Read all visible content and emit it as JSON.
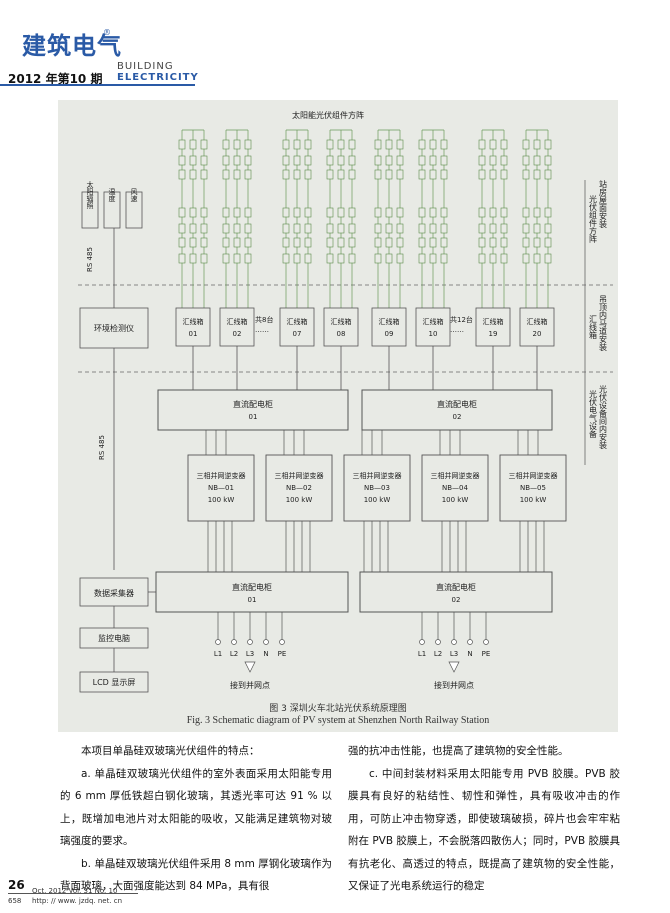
{
  "header": {
    "logo": "建筑电气",
    "logo_mark": "®",
    "en_line1": "BUILDING",
    "en_line2": "ELECTRICITY",
    "issue": "2012 年第10 期"
  },
  "figure": {
    "array_title": "太阳能光伏组件方阵",
    "side_label_1": "光伏组件方阵",
    "side_label_1b": "站房屋面安装",
    "side_label_2": "汇线箱",
    "side_label_2b": "吊顶内马道安装",
    "side_label_3": "光伏电气设备",
    "side_label_3b": "光伏设备间内安装",
    "sensors": [
      "太阳辐照",
      "温度",
      "风速"
    ],
    "rs485": "RS 485",
    "env_monitor": "环境检测仪",
    "combiners": [
      {
        "name": "汇线箱",
        "num": "01"
      },
      {
        "name": "汇线箱",
        "num": "02"
      },
      {
        "name": "汇线箱",
        "num": "07"
      },
      {
        "name": "汇线箱",
        "num": "08"
      },
      {
        "name": "汇线箱",
        "num": "09"
      },
      {
        "name": "汇线箱",
        "num": "10"
      },
      {
        "name": "汇线箱",
        "num": "19"
      },
      {
        "name": "汇线箱",
        "num": "20"
      }
    ],
    "gap_left": "共8台",
    "gap_right": "共12台",
    "ellipsis": "……",
    "dc_cabinets": [
      {
        "name": "直流配电柜",
        "num": "01"
      },
      {
        "name": "直流配电柜",
        "num": "02"
      }
    ],
    "inverters": [
      {
        "name": "三相并网逆变器",
        "code": "NB—01",
        "power": "100 kW"
      },
      {
        "name": "三相并网逆变器",
        "code": "NB—02",
        "power": "100 kW"
      },
      {
        "name": "三相并网逆变器",
        "code": "NB—03",
        "power": "100 kW"
      },
      {
        "name": "三相并网逆变器",
        "code": "NB—04",
        "power": "100 kW"
      },
      {
        "name": "三相并网逆变器",
        "code": "NB—05",
        "power": "100 kW"
      }
    ],
    "data_collector": "数据采集器",
    "monitor_pc": "监控电脑",
    "lcd": "LCD 显示屏",
    "ac_cabinets": [
      {
        "name": "直流配电柜",
        "num": "01"
      },
      {
        "name": "直流配电柜",
        "num": "02"
      }
    ],
    "terminals": [
      "L1",
      "L2",
      "L3",
      "N",
      "PE"
    ],
    "grid_point": "接到并网点"
  },
  "caption": {
    "cn": "图 3    深圳火车北站光伏系统原理图",
    "en": "Fig. 3    Schematic diagram of PV system at Shenzhen North Railway Station"
  },
  "body": {
    "left": [
      "本项目单晶硅双玻璃光伏组件的特点：",
      "a.   单晶硅双玻璃光伏组件的室外表面采用太阳能专用的 6 mm 厚低铁超白钢化玻璃，其透光率可达 91 % 以上，既增加电池片对太阳能的吸收，又能满足建筑物对玻璃强度的要求。",
      "b.   单晶硅双玻璃光伏组件采用 8 mm 厚钢化玻璃作为背面玻璃，大面强度能达到 84 MPa，具有很"
    ],
    "right": [
      "强的抗冲击性能，也提高了建筑物的安全性能。",
      "c.   中间封装材料采用太阳能专用 PVB 胶膜。PVB 胶膜具有良好的粘结性、韧性和弹性，具有吸收冲击的作用，可防止冲击物穿透，即使玻璃破损，碎片也会牢牢粘附在 PVB 胶膜上，不会脱落四散伤人；同时，PVB 胶膜具有抗老化、高透过的特点，既提高了建筑物的安全性能，又保证了光电系统运行的稳定"
    ]
  },
  "footer": {
    "page": "26",
    "line1": "Oct. 2012  Vol. 31  No. 10",
    "line0": "658",
    "line2": "http: // www. jzdq. net. cn"
  }
}
